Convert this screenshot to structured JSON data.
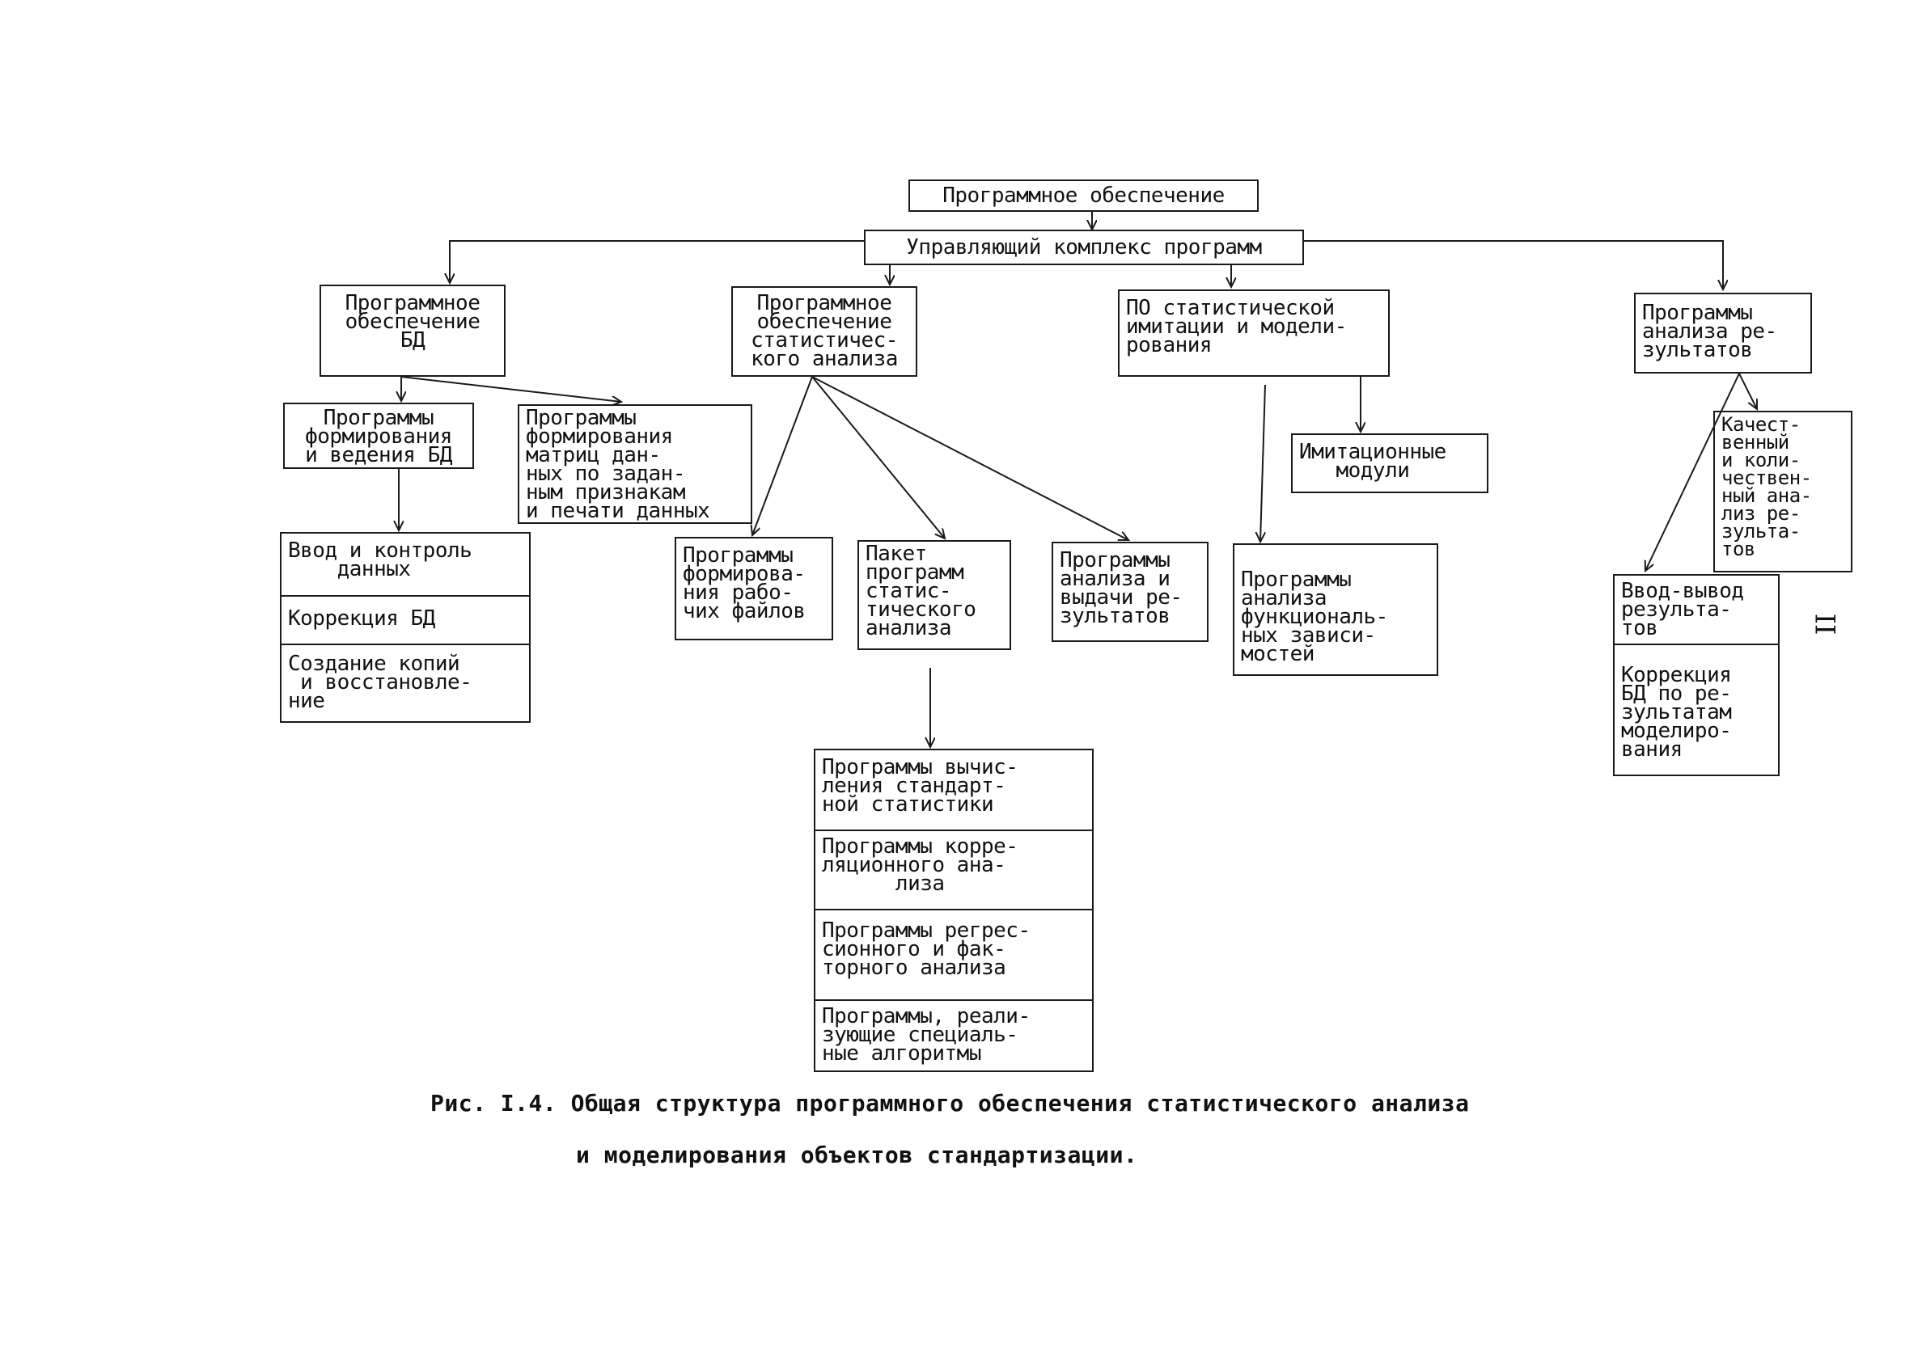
{
  "diagram": {
    "nodes": {
      "root": "Программное обеспечение",
      "control": "Управляющий комплекс программ",
      "db_software": "Программное\nобеспечение\nБД",
      "stat_software": "Программное\nобеспечение\nстатистичес-\nкого анализа",
      "simulation": "ПО статистической\nимитации и модели-\nрования",
      "results": "Программы\nанализа ре-\nзультатов",
      "db_forming": "Программы\nформирования\nи ведения БД",
      "matrix_forming": "Программы\nформирования\nматриц дан-\nных по задан-\nным признакам\nи печати данных",
      "db_ops": [
        "Ввод и контроль\n    данных",
        "Коррекция БД",
        "Создание копий\n и восстановле-\nние"
      ],
      "work_files": "Программы\nформирова-\nния рабо-\nчих файлов",
      "stat_package": "Пакет\nпрограмм\nстатис-\nтического\nанализа",
      "output_analysis": "Программы\nанализа и\nвыдачи ре-\nзультатов",
      "stat_programs": [
        "Программы вычис-\nления стандарт-\nной статистики",
        "Программы корре-\nляционного ана-\n      лиза",
        "Программы регрес-\nсионного и фак-\nторного анализа",
        "Программы, реали-\nзующие специаль-\nные алгоритмы"
      ],
      "sim_modules": "Имитационные\n   модули",
      "functional": "Программы\nанализа\nфункциональ-\nных зависи-\nмостей",
      "qual_quant": "Качест-\nвенный\nи коли-\nчествен-\nный ана-\nлиз ре-\nзульта-\nтов",
      "result_ops": [
        "Ввод-вывод\nрезульта-\nтов",
        "Коррекция\nБД по ре-\nзультатам\nмоделиро-\nвания"
      ]
    }
  },
  "caption": {
    "line1": "Рис. I.4. Общая структура программного обеспечения статистического анализа",
    "line2": "и моделирования объектов стандартизации."
  },
  "page_number": "II"
}
